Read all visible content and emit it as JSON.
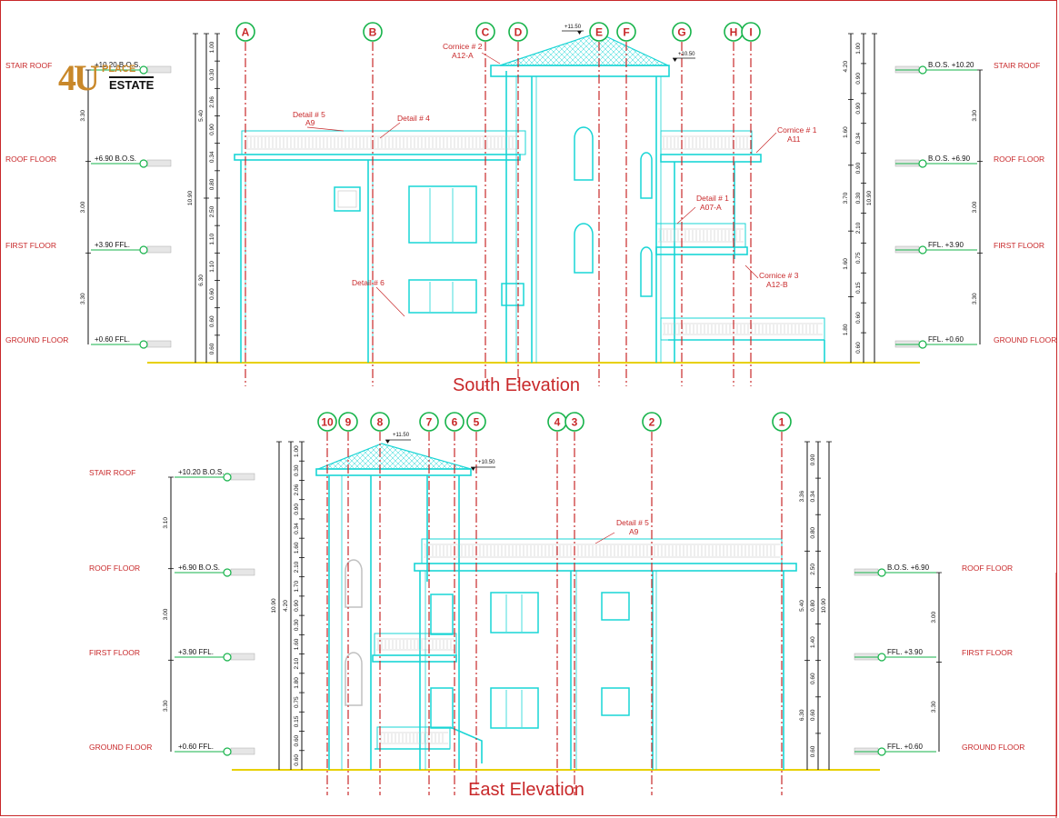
{
  "logo": {
    "mark": "4U",
    "top_text": "PLACE",
    "bottom_text": "ESTATE"
  },
  "colors": {
    "linework": "#19d5d5",
    "annotation": "#c8282a",
    "level_green": "#16b34a",
    "ground": "#e8d000",
    "dimension": "#111111"
  },
  "south": {
    "title": "South Elevation",
    "grid": [
      "A",
      "B",
      "C",
      "D",
      "E",
      "F",
      "G",
      "H",
      "I"
    ],
    "left_levels": [
      {
        "name": "STAIR ROOF",
        "value": "+10.20",
        "tag": "B.O.S."
      },
      {
        "name": "ROOF FLOOR",
        "value": "+6.90",
        "tag": "B.O.S."
      },
      {
        "name": "FIRST FLOOR",
        "value": "+3.90",
        "tag": "FFL."
      },
      {
        "name": "GROUND FLOOR",
        "value": "+0.60",
        "tag": "FFL."
      }
    ],
    "right_levels": [
      {
        "name": "STAIR ROOF",
        "value": "+10.20",
        "tag": "B.O.S."
      },
      {
        "name": "ROOF FLOOR",
        "value": "+6.90",
        "tag": "B.O.S."
      },
      {
        "name": "FIRST FLOOR",
        "value": "+3.90",
        "tag": "FFL."
      },
      {
        "name": "GROUND FLOOR",
        "value": "+0.60",
        "tag": "FFL."
      }
    ],
    "left_outer_dims": [
      "3.30",
      "3.00",
      "3.30"
    ],
    "left_total_dim": "10.90",
    "left_mid_dims": [
      "5.40",
      "6.30"
    ],
    "left_inner_dims": [
      "1.00",
      "0.30",
      "2.06",
      "0.90",
      "0.34",
      "0.80",
      "2.50",
      "1.10",
      "1.10",
      "0.60",
      "0.60",
      "0.60"
    ],
    "right_outer_dims": [
      "3.30",
      "3.00",
      "3.30"
    ],
    "right_total_dim": "10.90",
    "right_mid_dims": [
      "4.20",
      "1.60",
      "3.70",
      "1.60",
      "1.80"
    ],
    "right_inner_dims": [
      "1.00",
      "0.90",
      "0.90",
      "0.34",
      "0.90",
      "0.30",
      "2.10",
      "0.75",
      "0.15",
      "0.60",
      "0.60"
    ],
    "top_levels": [
      "+11.50",
      "+10.50"
    ],
    "details": [
      {
        "text": "Detail # 5",
        "ref": "A9"
      },
      {
        "text": "Detail # 4",
        "ref": ""
      },
      {
        "text": "Cornice # 2",
        "ref": "A12-A"
      },
      {
        "text": "Cornice # 1",
        "ref": "A11"
      },
      {
        "text": "Detail # 1",
        "ref": "A07-A"
      },
      {
        "text": "Cornice # 3",
        "ref": "A12-B"
      },
      {
        "text": "Detail # 6",
        "ref": ""
      }
    ]
  },
  "east": {
    "title": "East Elevation",
    "grid": [
      "10",
      "9",
      "8",
      "7",
      "6",
      "5",
      "4",
      "3",
      "2",
      "1"
    ],
    "left_levels": [
      {
        "name": "STAIR ROOF",
        "value": "+10.20",
        "tag": "B.O.S."
      },
      {
        "name": "ROOF FLOOR",
        "value": "+6.90",
        "tag": "B.O.S."
      },
      {
        "name": "FIRST FLOOR",
        "value": "+3.90",
        "tag": "FFL."
      },
      {
        "name": "GROUND FLOOR",
        "value": "+0.60",
        "tag": "FFL."
      }
    ],
    "right_levels": [
      {
        "name": "ROOF FLOOR",
        "value": "+6.90",
        "tag": "B.O.S."
      },
      {
        "name": "FIRST FLOOR",
        "value": "+3.90",
        "tag": "FFL."
      },
      {
        "name": "GROUND FLOOR",
        "value": "+0.60",
        "tag": "FFL."
      }
    ],
    "left_outer_dims": [
      "3.10",
      "3.00",
      "3.30"
    ],
    "left_total_dim": "10.90",
    "left_mid_dims": [
      "4.20"
    ],
    "left_inner_dims": [
      "1.00",
      "0.30",
      "2.06",
      "0.90",
      "0.34",
      "1.60",
      "2.10",
      "1.70",
      "0.90",
      "0.30",
      "1.60",
      "2.10",
      "1.80",
      "0.75",
      "0.15",
      "0.60",
      "0.60"
    ],
    "right_outer_dims": [
      "3.00",
      "3.30"
    ],
    "right_total_dim": "10.90",
    "right_mid_dims": [
      "3.36",
      "5.40",
      "6.30"
    ],
    "right_inner_dims": [
      "0.90",
      "0.34",
      "0.80",
      "2.50",
      "0.80",
      "1.40",
      "0.60",
      "0.60",
      "0.60"
    ],
    "top_levels": [
      "+11.50",
      "+10.50"
    ],
    "details": [
      {
        "text": "Detail # 5",
        "ref": "A9"
      }
    ]
  }
}
